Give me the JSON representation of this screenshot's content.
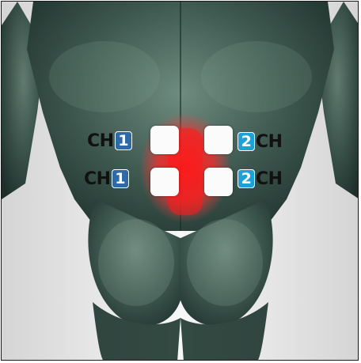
{
  "channels": [
    {
      "prefix": "CH",
      "number": "1",
      "color": "#2e6aa8"
    },
    {
      "prefix": "CH",
      "number": "1",
      "color": "#2e6aa8"
    },
    {
      "prefix": "CH",
      "number": "2",
      "color": "#1ea1d6"
    },
    {
      "prefix": "CH",
      "number": "2",
      "color": "#1ea1d6"
    }
  ],
  "colors": {
    "skin": "#3f5b52",
    "skin_light": "#7d9a8d",
    "pain": "#ff1a1a",
    "pad": "#fbfbfb",
    "frame": "#1a1a1a"
  },
  "icons": {
    "figure": "human-back-muscle-figure",
    "pain_zone": "lower-back-pain-glow"
  }
}
